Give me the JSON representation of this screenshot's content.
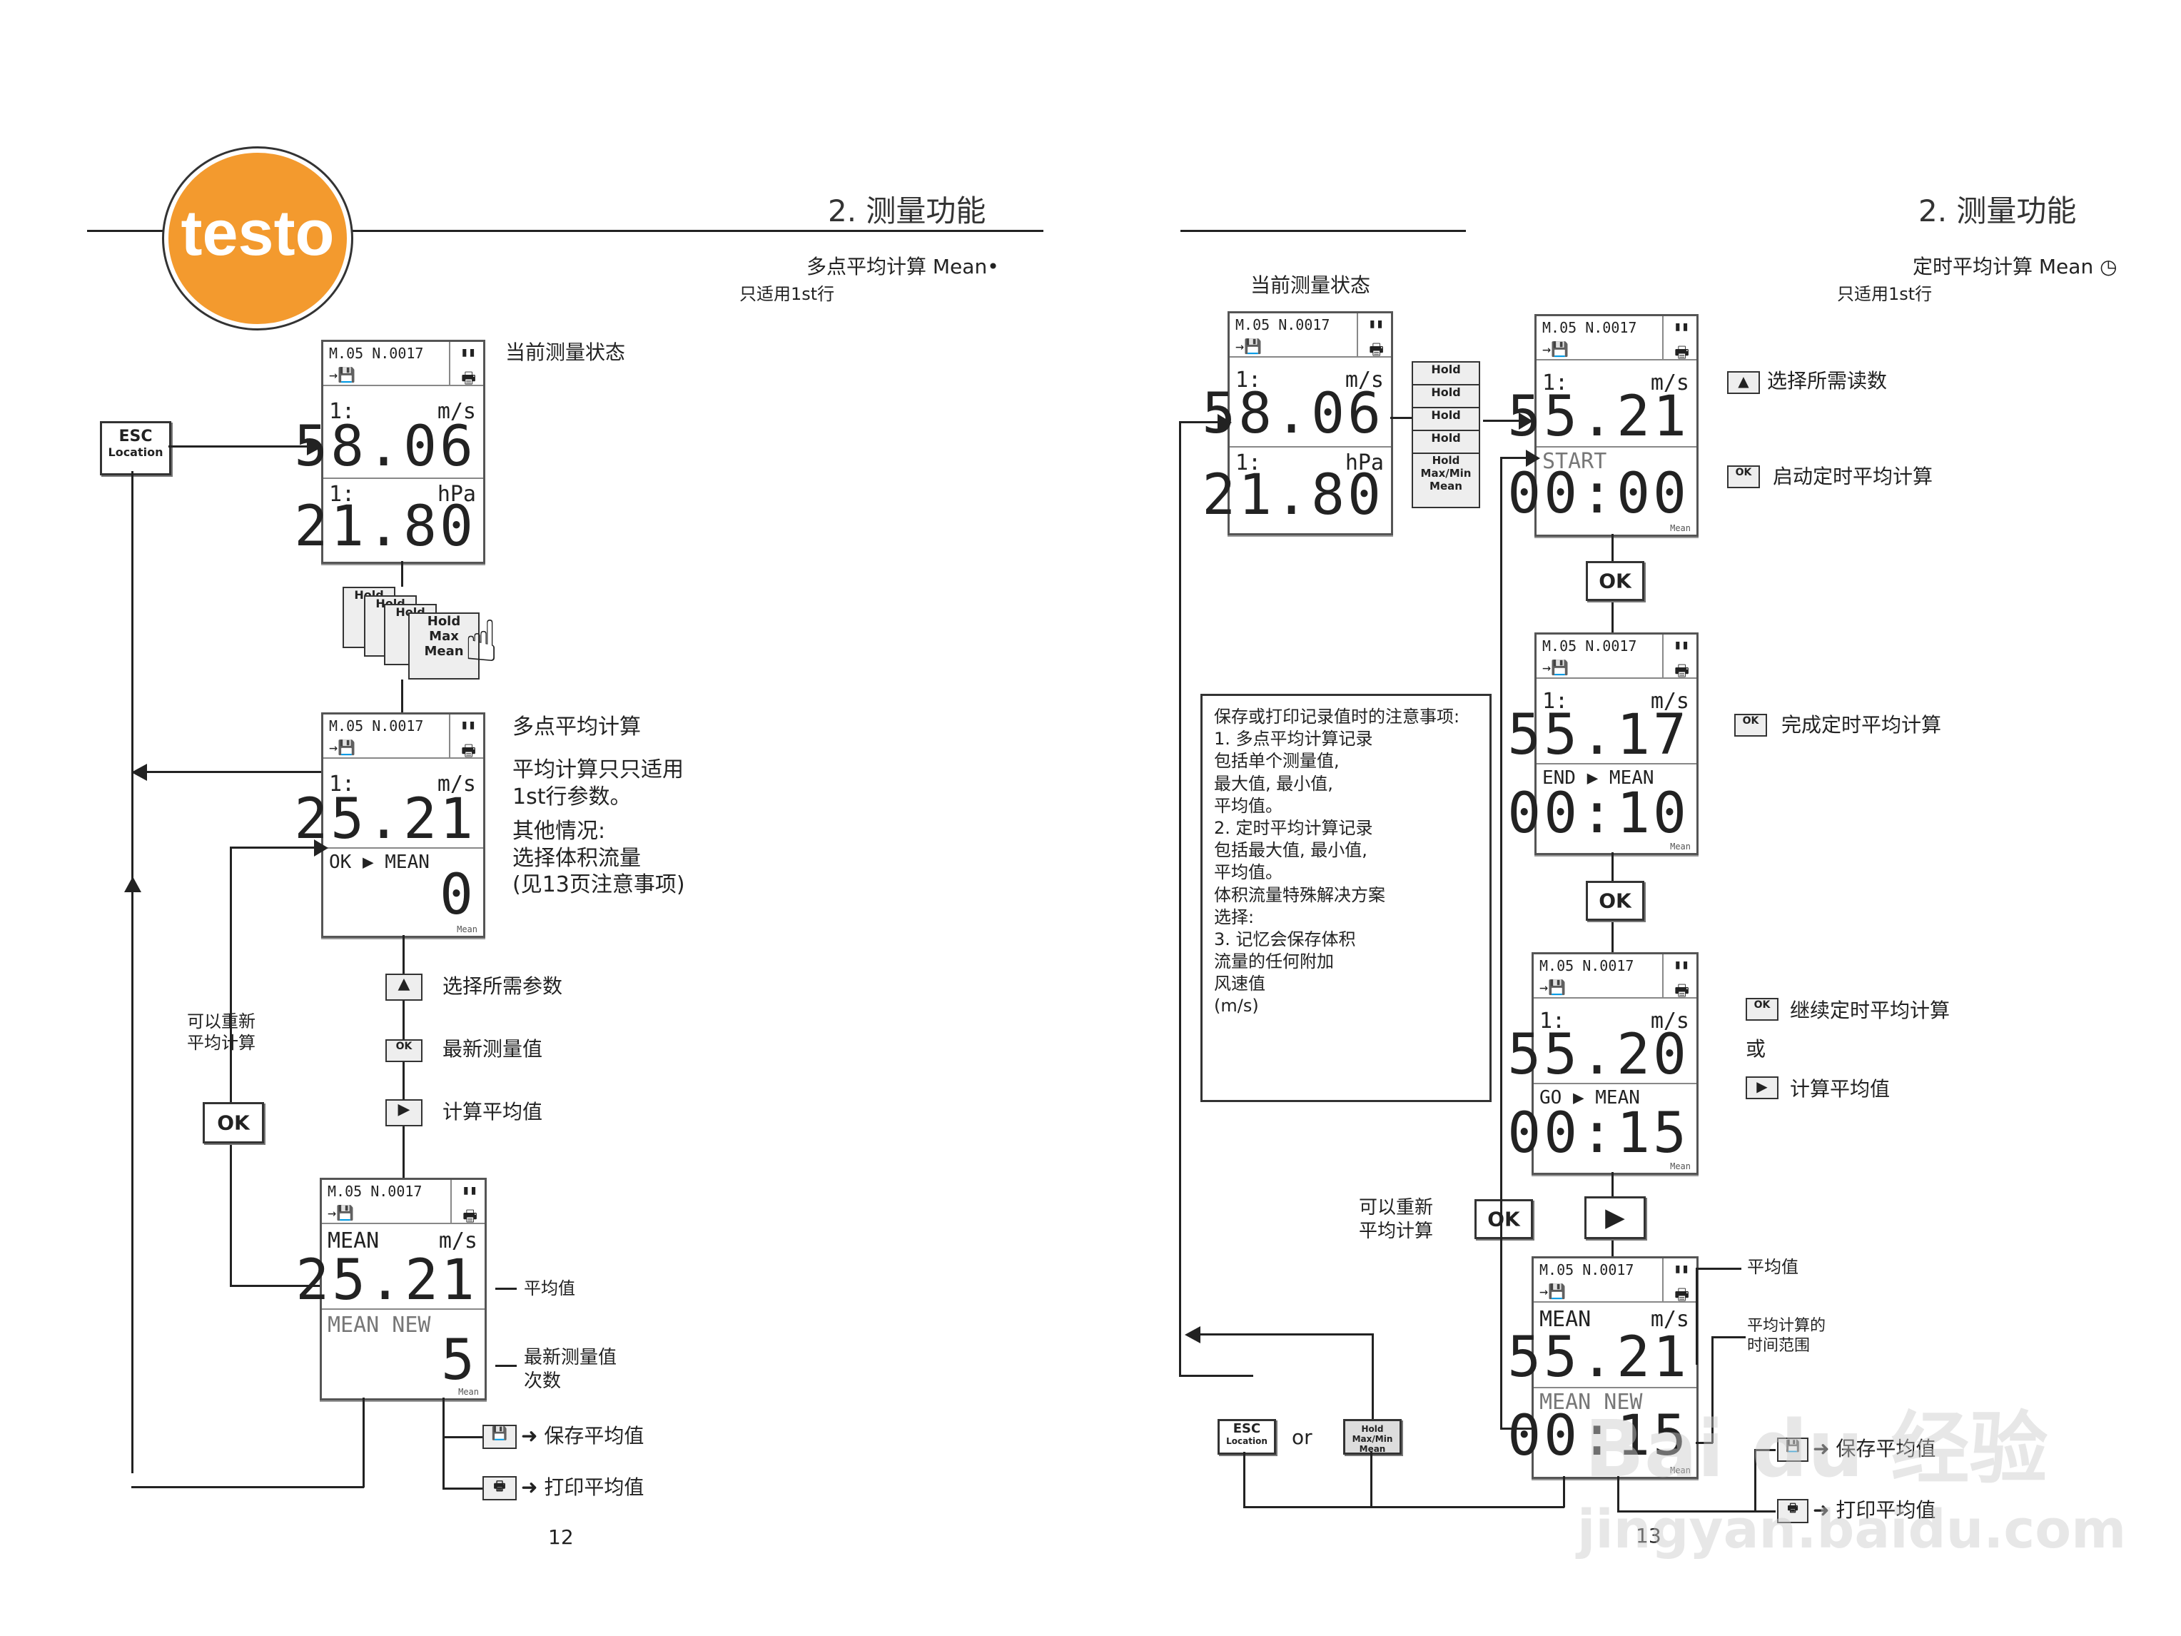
{
  "brand": {
    "logo_text": "testo",
    "logo_color": "#F39A2E"
  },
  "left_page": {
    "header": "2. 测量功能",
    "title_text": "多点平均计算 Mean",
    "title_sub": "只适用1st行",
    "page_number": "12",
    "state_label": "当前测量状态",
    "multi_title": "多点平均计算",
    "multi_note1": "平均计算只只适用",
    "multi_note2": "1st行参数。",
    "multi_other1": "其他情况:",
    "multi_other2": "选择体积流量",
    "multi_other3": "(见13页注意事项)",
    "step_up": "选择所需参数",
    "step_ok": "最新测量值",
    "step_play": "计算平均值",
    "restart1": "可以重新",
    "restart2": "平均计算",
    "mean_label": "平均值",
    "new_label1": "最新测量值",
    "new_label2": "次数",
    "save_label": "保存平均值",
    "print_label": "打印平均值",
    "esc_key": "ESC",
    "esc_sub": "Location",
    "ok_key": "OK",
    "hold_stack": [
      "Hold",
      "Hold",
      "Hold",
      "Hold",
      "Max",
      "Mean"
    ],
    "lcd1": {
      "status": "M.05 N.0017",
      "row1_label": "1:",
      "row1_unit": "m/s",
      "row1_value": "58.06",
      "row2_label": "1:",
      "row2_unit": "hPa",
      "row2_value": "21.80"
    },
    "lcd2": {
      "status": "M.05 N.0017",
      "row1_label": "1:",
      "row1_unit": "m/s",
      "row1_value": "25.21",
      "row2_label": "OK ▶ MEAN",
      "row2_value": "0",
      "foot": "Mean"
    },
    "lcd3": {
      "status": "M.05 N.0017",
      "row1_label": "MEAN",
      "row1_unit": "m/s",
      "row1_value": "25.21",
      "row2_label": "MEAN  NEW",
      "row2_value": "5",
      "foot": "Mean"
    }
  },
  "right_page": {
    "header": "2. 测量功能",
    "title_text": "定时平均计算 Mean",
    "title_sub": "只适用1st行",
    "page_number": "13",
    "state_label": "当前测量状态",
    "step_up": "选择所需读数",
    "step_ok_start": "启动定时平均计算",
    "step_ok_end": "完成定时平均计算",
    "step_ok_cont": "继续定时平均计算",
    "or_text": "或",
    "step_play": "计算平均值",
    "restart1": "可以重新",
    "restart2": "平均计算",
    "mean_label": "平均值",
    "time_label1": "平均计算的",
    "time_label2": "时间范围",
    "save_label": "保存平均值",
    "print_label": "打印平均值",
    "ok_key": "OK",
    "esc_key": "ESC",
    "esc_sub": "Location",
    "or_word": "or",
    "hold_menu": [
      "Hold",
      "Hold",
      "Hold",
      "Hold",
      "Hold",
      "Max/Min",
      "Mean"
    ],
    "note_box": [
      "保存或打印记录值时的注意事项:",
      "1.  多点平均计算记录",
      "    包括单个测量值,",
      "    最大值, 最小值,",
      "    平均值。",
      "2.  定时平均计算记录",
      "    包括最大值, 最小值,",
      "    平均值。",
      "体积流量特殊解决方案",
      "  选择:",
      "3.  记忆会保存体积",
      "    流量的任何附加",
      "    风速值",
      "    (m/s)"
    ],
    "lcd1": {
      "status": "M.05 N.0017",
      "row1_label": "1:",
      "row1_unit": "m/s",
      "row1_value": "58.06",
      "row2_label": "1:",
      "row2_unit": "hPa",
      "row2_value": "21.80"
    },
    "lcd2": {
      "status": "M.05 N.0017",
      "row1_label": "1:",
      "row1_unit": "m/s",
      "row1_value": "55.21",
      "row2_label": "START",
      "row2_value": "00:00",
      "foot": "Mean"
    },
    "lcd3": {
      "status": "M.05 N.0017",
      "row1_label": "1:",
      "row1_unit": "m/s",
      "row1_value": "55.17",
      "row2_label": "END ▶ MEAN",
      "row2_value": "00:10",
      "foot": "Mean"
    },
    "lcd4": {
      "status": "M.05 N.0017",
      "row1_label": "1:",
      "row1_unit": "m/s",
      "row1_value": "55.20",
      "row2_label": "GO ▶ MEAN",
      "row2_value": "00:15",
      "foot": "Mean"
    },
    "lcd5": {
      "status": "M.05 N.0017",
      "row1_label": "MEAN",
      "row1_unit": "m/s",
      "row1_value": "55.21",
      "row2_label": "MEAN  NEW",
      "row2_value": "00:15",
      "foot": "Mean"
    }
  },
  "watermark": {
    "line1": "Bai du 经验",
    "line2": "jingyan.baidu.com"
  }
}
